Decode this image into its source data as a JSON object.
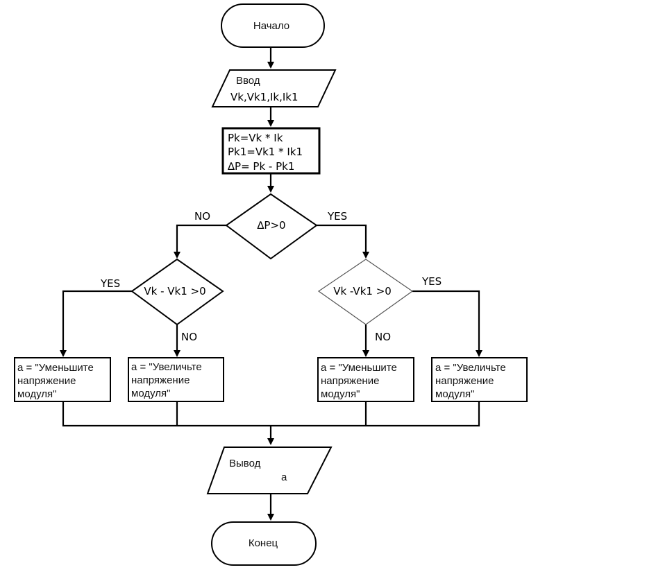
{
  "diagram": {
    "start": "Начало",
    "input": {
      "label": "Ввод",
      "vars": "Vk,Vk1,Ik,Ik1"
    },
    "compute": {
      "line1": "Pk=Vk  * Ik",
      "line2": "Pk1=Vk1 * Ik1",
      "line3": "∆P= Pk - Pk1"
    },
    "decision_main": "∆P>0",
    "decision_left": "Vk - Vk1 >0",
    "decision_right": "Vk -Vk1 >0",
    "labels": {
      "no": "NO",
      "yes": "YES"
    },
    "box_ll": {
      "line1": "a = \"Уменьшите",
      "line2": "напряжение",
      "line3": "модуля\""
    },
    "box_lr": {
      "line1": "a = \"Увеличьте",
      "line2": "напряжение",
      "line3": "модуля\""
    },
    "box_rl": {
      "line1": "a = \"Уменьшите",
      "line2": "напряжение",
      "line3": "модуля\""
    },
    "box_rr": {
      "line1": "a = \"Увеличьте",
      "line2": "напряжение",
      "line3": "модуля\""
    },
    "output": {
      "label": "Вывод",
      "var": "a"
    },
    "end": "Конец"
  }
}
